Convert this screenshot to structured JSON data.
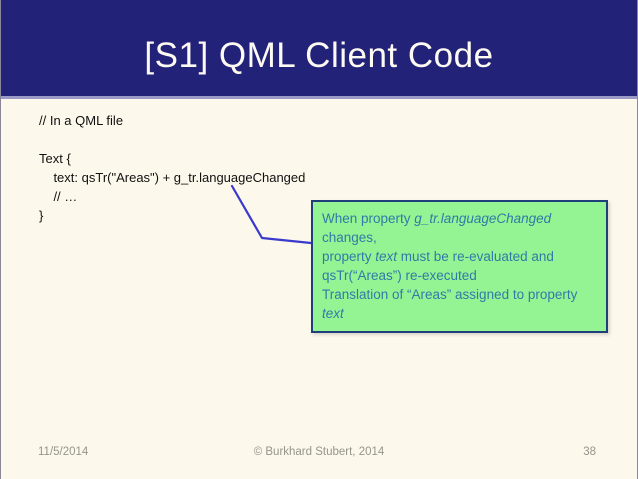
{
  "header": {
    "title": "[S1] QML Client Code"
  },
  "code": {
    "lines": [
      "// In a QML file",
      "",
      "Text {",
      "    text: qsTr(\"Areas\") + g_tr.languageChanged",
      "    // …",
      "}"
    ]
  },
  "callout": {
    "lines": [
      [
        {
          "t": "When property "
        },
        {
          "t": "g_tr.languageChanged",
          "i": true
        },
        {
          "t": " changes,"
        }
      ],
      [
        {
          "t": "property "
        },
        {
          "t": "text",
          "i": true
        },
        {
          "t": " must be re-evaluated and"
        }
      ],
      [
        {
          "t": "qsTr(“Areas”) re-executed"
        }
      ],
      [
        {
          "t": "Translation of “Areas” assigned to property "
        },
        {
          "t": "text",
          "i": true
        }
      ]
    ]
  },
  "footer": {
    "date": "11/5/2014",
    "copyright": "© Burkhard Stubert, 2014",
    "page_number": "38"
  },
  "colors": {
    "header_navy": "#232279",
    "divider_lavender": "#9b9ac6",
    "background_cream": "#fdf8ec",
    "callout_green": "#94f494",
    "callout_border_navy": "#1f3f7a",
    "callout_text_blue": "#2e7ca6",
    "connector_blue": "#3a3acc",
    "code_text": "#111111",
    "footer_gray": "#95948c",
    "title_white": "#fdfaf2"
  }
}
